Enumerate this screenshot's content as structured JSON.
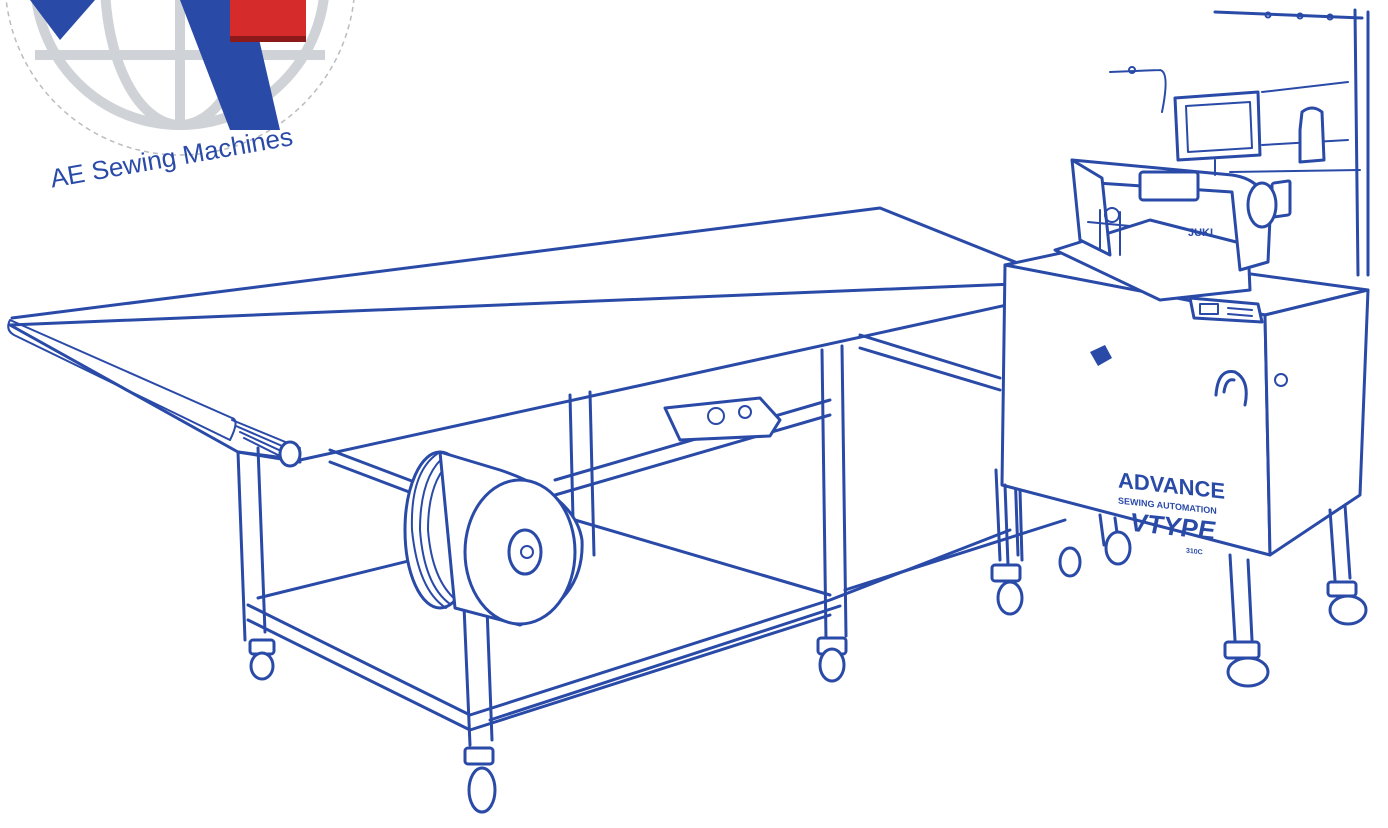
{
  "logo": {
    "caption": "AE Sewing Machines",
    "colors": {
      "blue": "#2a4aa8",
      "red": "#d62b2b",
      "globe": "#cfd2d6"
    }
  },
  "machine": {
    "brand": "ADVANCE",
    "subtitle": "SEWING AUTOMATION",
    "model": "VTYPE",
    "model_sub": "310C",
    "head_brand": "JUKI",
    "line_color": "#2a4aa8"
  }
}
